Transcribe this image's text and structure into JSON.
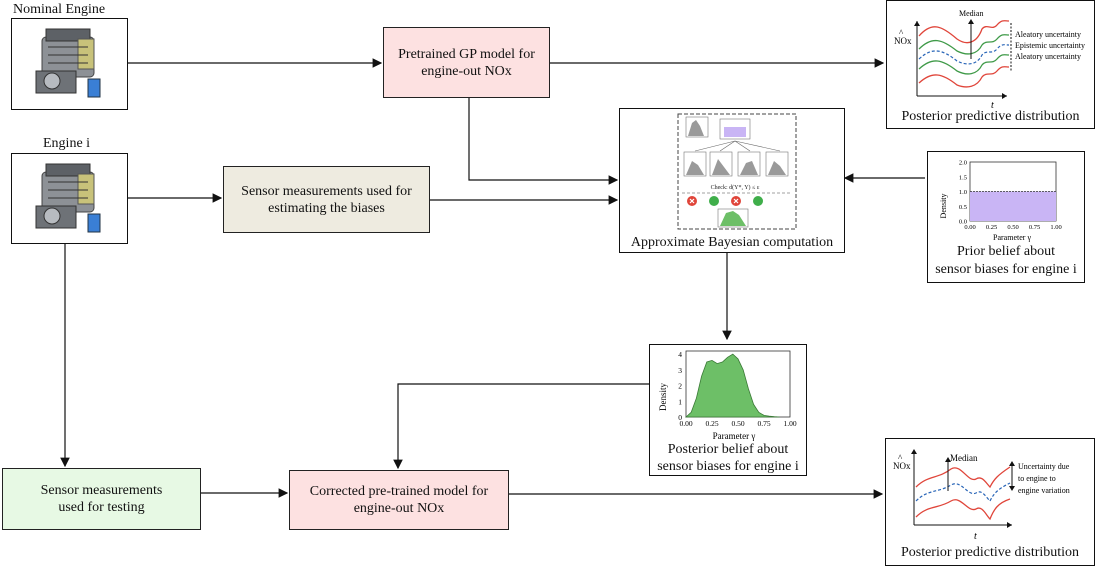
{
  "engines": {
    "nominal_label": "Nominal Engine",
    "engine_i_label": "Engine i"
  },
  "boxes": {
    "gp_model": "Pretrained GP model for engine-out NOx",
    "sensor_bias": "Sensor measurements used for estimating the biases",
    "sensor_testing": "Sensor measurements used for testing",
    "corrected_model": "Corrected pre-trained model for engine-out NOx"
  },
  "abc": {
    "caption": "Approximate Bayesian computation",
    "check_text": "Check: d(Y*, Y) ≤ ε"
  },
  "posterior_top": {
    "caption": "Posterior predictive distribution",
    "y_label": "NOx",
    "hat": "^",
    "x_label": "t",
    "median": "Median",
    "annotations": [
      "Aleatory uncertainty",
      "Epistemic uncertainty",
      "Aleatory uncertainty"
    ]
  },
  "posterior_bottom": {
    "caption": "Posterior predictive distribution",
    "y_label": "NOx",
    "hat": "^",
    "x_label": "t",
    "median": "Median",
    "annotation": [
      "Uncertainty due",
      "to engine to",
      "engine variation"
    ]
  },
  "prior_chart": {
    "caption": [
      "Prior belief about",
      "sensor biases for engine i"
    ],
    "ylabel": "Density",
    "xlabel": "Parameter γ",
    "y_ticks": [
      "0.0",
      "0.5",
      "1.0",
      "1.5",
      "2.0"
    ],
    "x_ticks": [
      "0.00",
      "0.25",
      "0.50",
      "0.75",
      "1.00"
    ]
  },
  "posterior_chart": {
    "caption": [
      "Posterior belief about",
      "sensor biases for engine i"
    ],
    "ylabel": "Density",
    "xlabel": "Parameter γ",
    "y_ticks": [
      "0",
      "1",
      "2",
      "3",
      "4"
    ],
    "x_ticks": [
      "0.00",
      "0.25",
      "0.50",
      "0.75",
      "1.00"
    ]
  },
  "colors": {
    "pink": "#fde1e1",
    "beige": "#eeebe0",
    "green": "#e7f9e4",
    "prior_fill": "#c9b5f5",
    "posterior_fill": "#6dbf67",
    "red_curve": "#e0453a",
    "green_curve": "#3f9a48",
    "blue_curve": "#2a66b8"
  },
  "chart_data": [
    {
      "type": "bar",
      "categories": [
        "0.00-1.00"
      ],
      "values": [
        1.0
      ],
      "xlabel": "Parameter γ",
      "ylabel": "Density",
      "xlim": [
        0,
        1
      ],
      "ylim": [
        0,
        2
      ]
    },
    {
      "type": "area",
      "x": [
        0.0,
        0.05,
        0.1,
        0.15,
        0.2,
        0.25,
        0.3,
        0.35,
        0.4,
        0.45,
        0.5,
        0.55,
        0.6,
        0.65,
        0.7,
        0.75,
        0.8,
        0.85,
        0.9
      ],
      "values": [
        0.0,
        0.3,
        1.2,
        2.6,
        3.5,
        3.6,
        3.4,
        3.5,
        3.8,
        4.0,
        3.7,
        3.0,
        1.8,
        0.8,
        0.3,
        0.1,
        0.05,
        0.02,
        0.0
      ],
      "xlabel": "Parameter γ",
      "ylabel": "Density",
      "xlim": [
        0,
        1
      ],
      "ylim": [
        0,
        4.2
      ]
    }
  ]
}
